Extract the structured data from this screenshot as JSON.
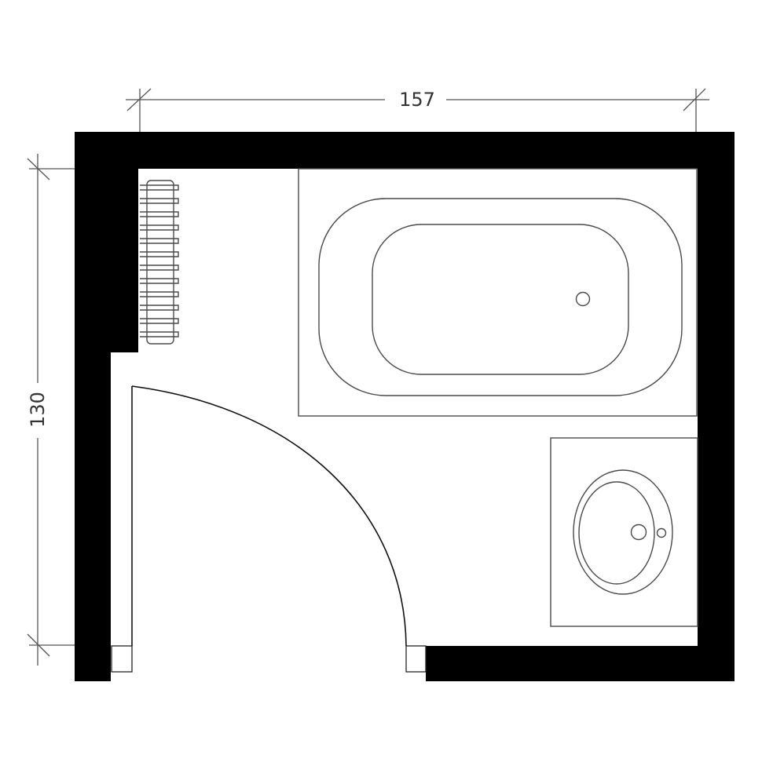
{
  "diagram": {
    "type": "floor-plan",
    "subject": "bathroom",
    "dimensions": {
      "width": {
        "label": "157"
      },
      "depth": {
        "label": "130"
      }
    },
    "fixtures": [
      {
        "name": "bathtub",
        "bars": null,
        "drain": true
      },
      {
        "name": "washbasin",
        "tap_holes": 2
      },
      {
        "name": "towel-radiator",
        "bars": 12
      },
      {
        "name": "door",
        "swing": "inward-arc"
      }
    ],
    "colors": {
      "wall": "#000000",
      "line": "#4a4a4a",
      "dimension": "#555555",
      "background": "#ffffff"
    }
  }
}
